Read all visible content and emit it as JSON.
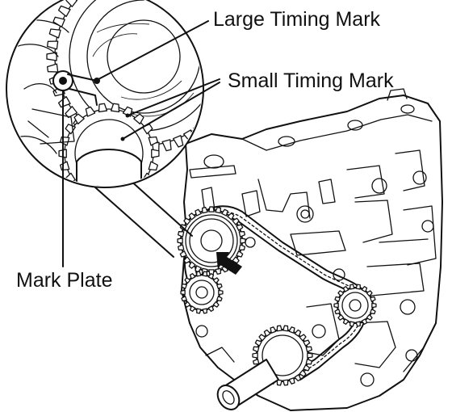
{
  "figure": {
    "labels": {
      "large_timing_mark": "Large Timing Mark",
      "small_timing_mark": "Small Timing Mark",
      "mark_plate": "Mark Plate"
    },
    "colors": {
      "ink": "#111111",
      "background": "#ffffff"
    }
  }
}
